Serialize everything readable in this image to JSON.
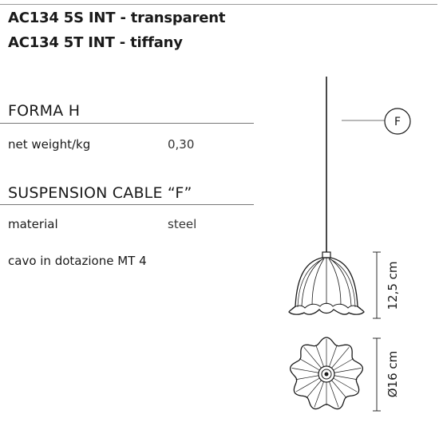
{
  "header": {
    "title_line1": "AC134 5S INT - transparent",
    "title_line2": "AC134 5T INT - tiffany"
  },
  "forma": {
    "heading": "FORMA H",
    "net_weight_label": "net weight/kg",
    "net_weight_value": "0,30"
  },
  "suspension": {
    "heading": "SUSPENSION CABLE “F”",
    "material_label": "material",
    "material_value": "steel",
    "cable_note": "cavo in dotazione MT 4"
  },
  "drawing": {
    "cable_marker": "F",
    "height_dimension": "12,5 cm",
    "diameter_dimension": "Ø16 cm"
  },
  "colors": {
    "ink": "#1a1a1a",
    "rule": "#777777"
  }
}
